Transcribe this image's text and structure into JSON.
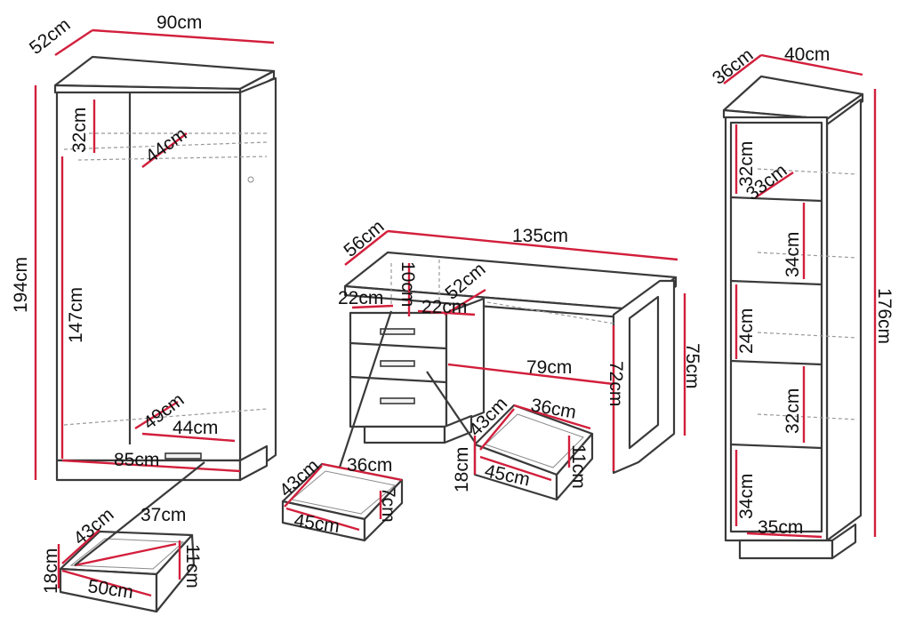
{
  "colors": {
    "outline": "#3a3a3a",
    "dimension": "#d21f3c",
    "hidden": "#9a9a9a",
    "background": "#ffffff"
  },
  "wardrobe": {
    "depth": "52cm",
    "width": "90cm",
    "height": "194cm",
    "top_gap": "32cm",
    "rail_depth": "44cm",
    "inner_height": "147cm",
    "shelf_depth": "49cm",
    "shelf_width": "44cm",
    "inner_width": "85cm",
    "drawer": {
      "depth": "43cm",
      "inner": "37cm",
      "height": "18cm",
      "inner_height": "11cm",
      "width": "50cm"
    }
  },
  "desk": {
    "depth": "56cm",
    "width": "135cm",
    "unit_top": "22cm",
    "unit_gap": "10cm",
    "unit_depth": "52cm",
    "unit_width": "22cm",
    "knee_width": "79cm",
    "inner_height": "72cm",
    "height": "75cm",
    "drawer_small": {
      "depth": "43cm",
      "width": "36cm",
      "front": "45cm",
      "height": "7cm"
    },
    "drawer_large": {
      "depth": "43cm",
      "width": "36cm",
      "front": "45cm",
      "height": "18cm",
      "inner_height": "11cm"
    }
  },
  "bookcase": {
    "depth": "36cm",
    "width": "40cm",
    "height": "176cm",
    "shelf1": "32cm",
    "shelf_depth": "33cm",
    "shelf2": "34cm",
    "shelf3": "24cm",
    "shelf4": "32cm",
    "shelf5": "34cm",
    "inner_width": "35cm"
  }
}
